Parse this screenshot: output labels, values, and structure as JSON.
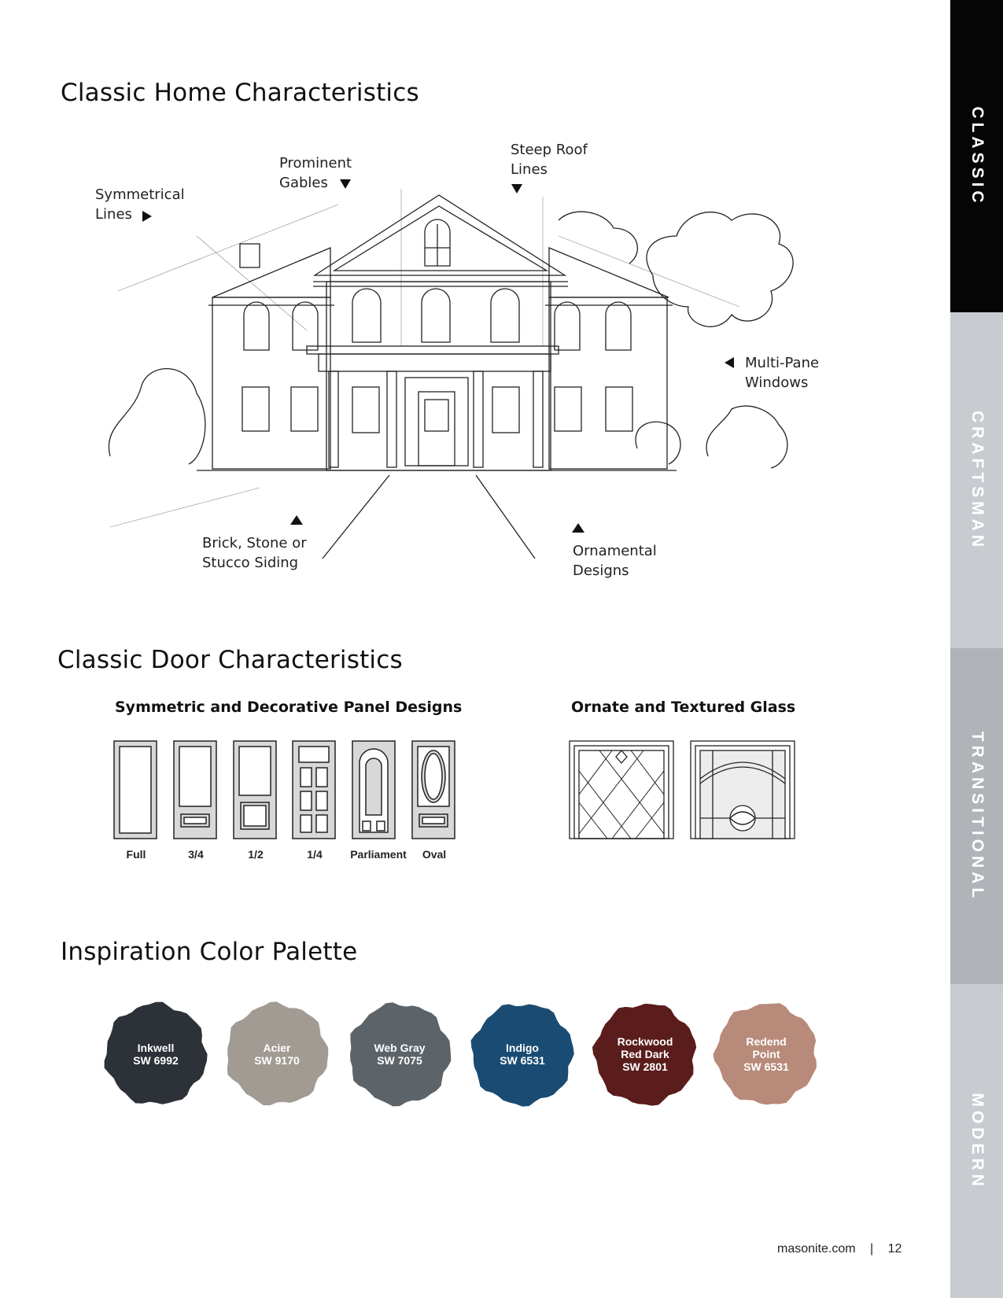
{
  "headings": {
    "home": "Classic Home Characteristics",
    "door": "Classic Door Characteristics",
    "palette": "Inspiration Color Palette"
  },
  "home_labels": {
    "symmetrical": [
      "Symmetrical",
      "Lines"
    ],
    "gables": [
      "Prominent",
      "Gables"
    ],
    "roof": [
      "Steep Roof",
      "Lines"
    ],
    "windows": [
      "Multi-Pane",
      "Windows"
    ],
    "siding": [
      "Brick, Stone or",
      "Stucco Siding"
    ],
    "ornamental": [
      "Ornamental",
      "Designs"
    ]
  },
  "door_section": {
    "panel_title": "Symmetric and Decorative Panel Designs",
    "glass_title": "Ornate and Textured Glass",
    "doors": [
      "Full",
      "3/4",
      "1/2",
      "1/4",
      "Parliament",
      "Oval"
    ]
  },
  "palette": [
    {
      "lines": [
        "Inkwell",
        "SW 6992"
      ],
      "color": "#2c3238"
    },
    {
      "lines": [
        "Acier",
        "SW 9170"
      ],
      "color": "#a19b93"
    },
    {
      "lines": [
        "Web Gray",
        "SW 7075"
      ],
      "color": "#5d6469"
    },
    {
      "lines": [
        "Indigo",
        "SW 6531"
      ],
      "color": "#1a4c73"
    },
    {
      "lines": [
        "Rockwood",
        "Red Dark",
        "SW 2801"
      ],
      "color": "#5a1d1c"
    },
    {
      "lines": [
        "Redend",
        "Point",
        "SW 6531"
      ],
      "color": "#b88a7a"
    }
  ],
  "tabs": [
    {
      "label": "CLASSIC",
      "color": "#050505"
    },
    {
      "label": "CRAFTSMAN",
      "color": "#c8ccd1"
    },
    {
      "label": "TRANSITIONAL",
      "color": "#b0b4b8"
    },
    {
      "label": "MODERN",
      "color": "#c8ccd1"
    }
  ],
  "footer": {
    "site": "masonite.com",
    "sep": "|",
    "page": "12"
  }
}
